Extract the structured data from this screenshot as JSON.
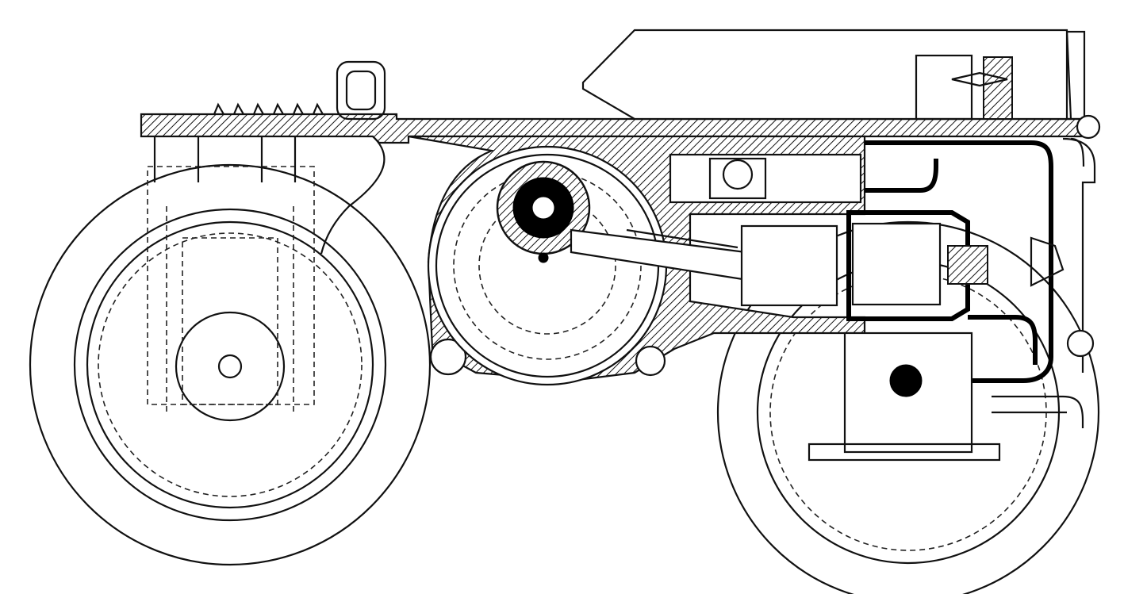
{
  "figure": {
    "kind": "cutaway line drawing of a tractor chassis",
    "ink_color": "#000000",
    "paper_color": "#ffffff"
  },
  "components": {
    "front_wheel": "front-wheel",
    "rear_wheel": "rear-wheel",
    "frame_rail": "chassis-frame",
    "crankcase": "crankcase-housing",
    "flywheel": "flywheel",
    "connecting_rod": "connecting-rod",
    "piston": "piston",
    "cylinder_head": "cylinder-head",
    "fuel_tank": "fuel-tank",
    "tow_handle": "lifting-handle"
  }
}
